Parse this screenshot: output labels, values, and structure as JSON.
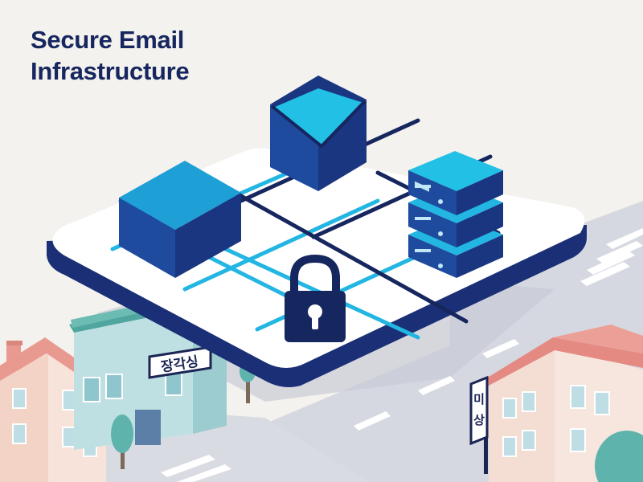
{
  "header": {
    "title_line1": "Secure Email",
    "title_line2": "Infrastructure"
  },
  "signs": {
    "shop_sign": "장각싱",
    "pole_sign_top": "미",
    "pole_sign_bottom": "상"
  },
  "icons": {
    "envelope": "envelope-icon",
    "padlock": "padlock-icon",
    "server": "server-stack-icon",
    "cube": "cube-icon"
  },
  "colors": {
    "navy": "#16265e",
    "dark_blue": "#1e3f8c",
    "cyan": "#1aa8da",
    "light_cyan": "#23c0e6",
    "platform": "#ffffff",
    "background": "#f4f2ee",
    "road": "#cfd3dc",
    "house_roof": "#ec9a92",
    "house_wall": "#f6ddd4",
    "shop_wall": "#bfe0e3",
    "shop_roof": "#5fb7b0"
  }
}
